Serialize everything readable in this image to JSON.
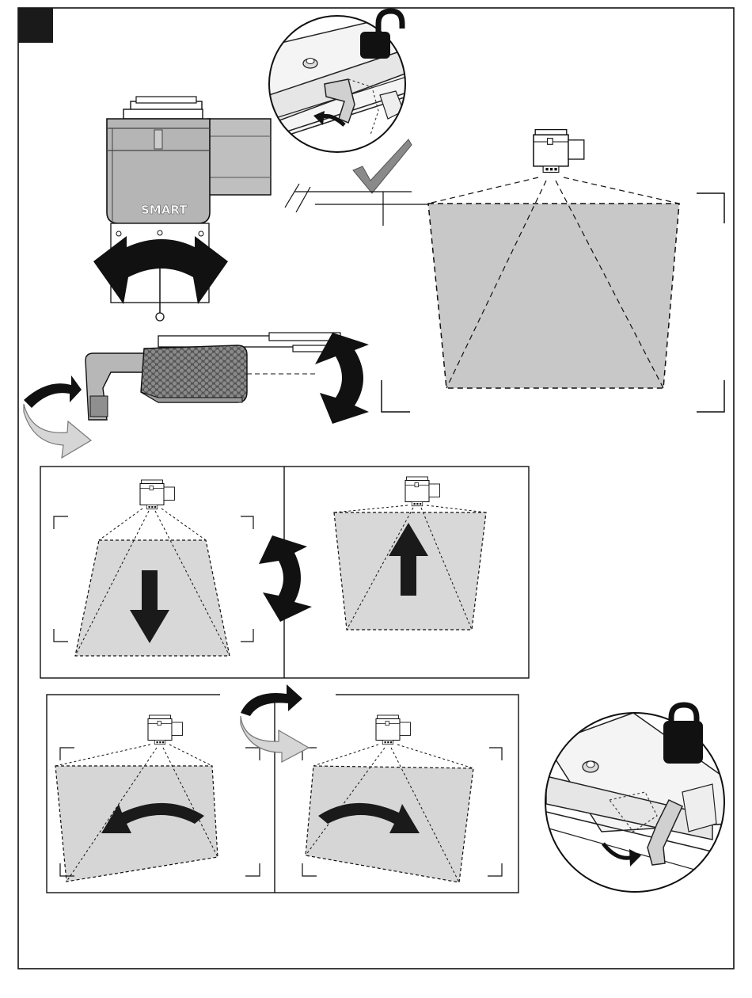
{
  "brand": {
    "logo_text": "SMART",
    "logo_text_small": "SMART"
  },
  "colors": {
    "ink": "#111111",
    "projection_fill": "#c8c8c8",
    "projection_fill_light": "#dadada",
    "projector_body": "#bdbdbd",
    "arrow_gray": "#cfcfcf"
  },
  "icons": {
    "step_marker": "black-square",
    "unlock": "unlocked-padlock-icon",
    "lock": "locked-padlock-icon",
    "confirm": "check-mark-icon"
  },
  "panels": {
    "vertical_offset": [
      "move-down",
      "move-up"
    ],
    "rotation": [
      "rotate-counterclockwise",
      "rotate-clockwise"
    ]
  }
}
